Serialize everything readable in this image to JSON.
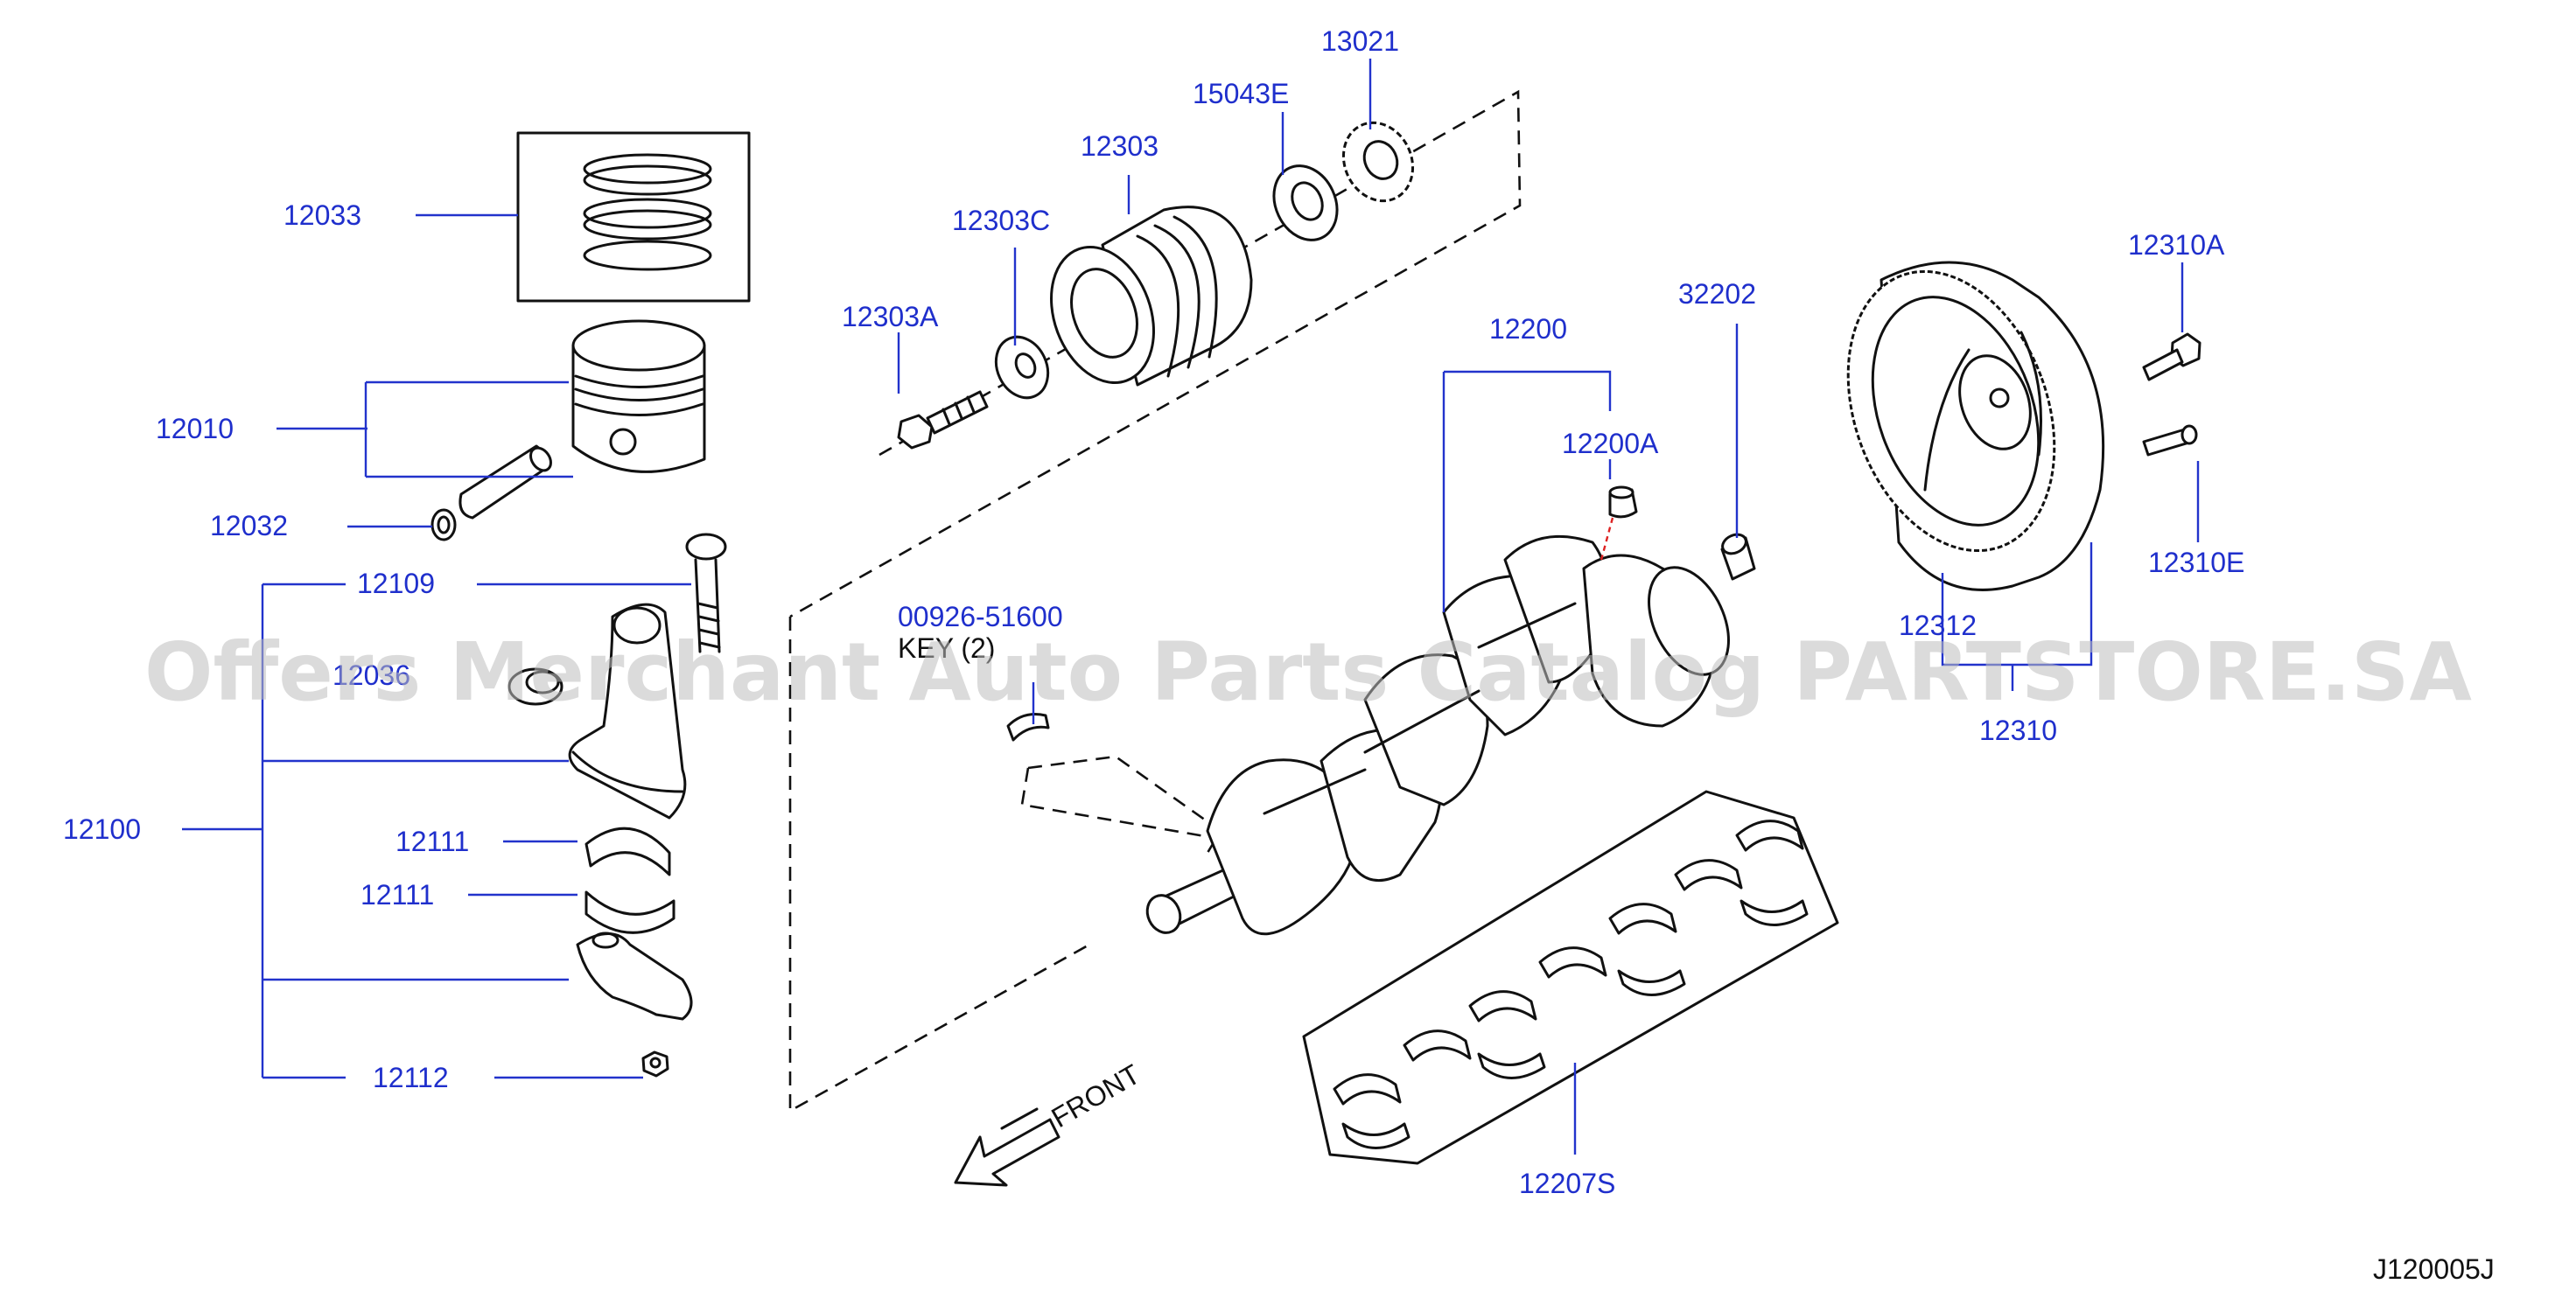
{
  "labels": {
    "p12033": "12033",
    "p12010": "12010",
    "p12032": "12032",
    "p12109": "12109",
    "p12036": "12036",
    "p12100": "12100",
    "p12111a": "12111",
    "p12111b": "12111",
    "p12112": "12112",
    "p12303A": "12303A",
    "p12303C": "12303C",
    "p12303": "12303",
    "p15043E": "15043E",
    "p13021": "13021",
    "p12200": "12200",
    "p12200A": "12200A",
    "p32202": "32202",
    "p00926": "00926-51600",
    "key_note": "KEY (2)",
    "p12310A": "12310A",
    "p12310E": "12310E",
    "p12312": "12312",
    "p12310": "12310",
    "p12207S": "12207S",
    "front": "FRONT",
    "code": "J120005J"
  },
  "watermark": "Offers Merchant Auto Parts Catalog PARTSTORE.SA",
  "colors": {
    "label": "#1f2fcc",
    "ink": "#111111",
    "watermark": "#bdbdbd"
  }
}
